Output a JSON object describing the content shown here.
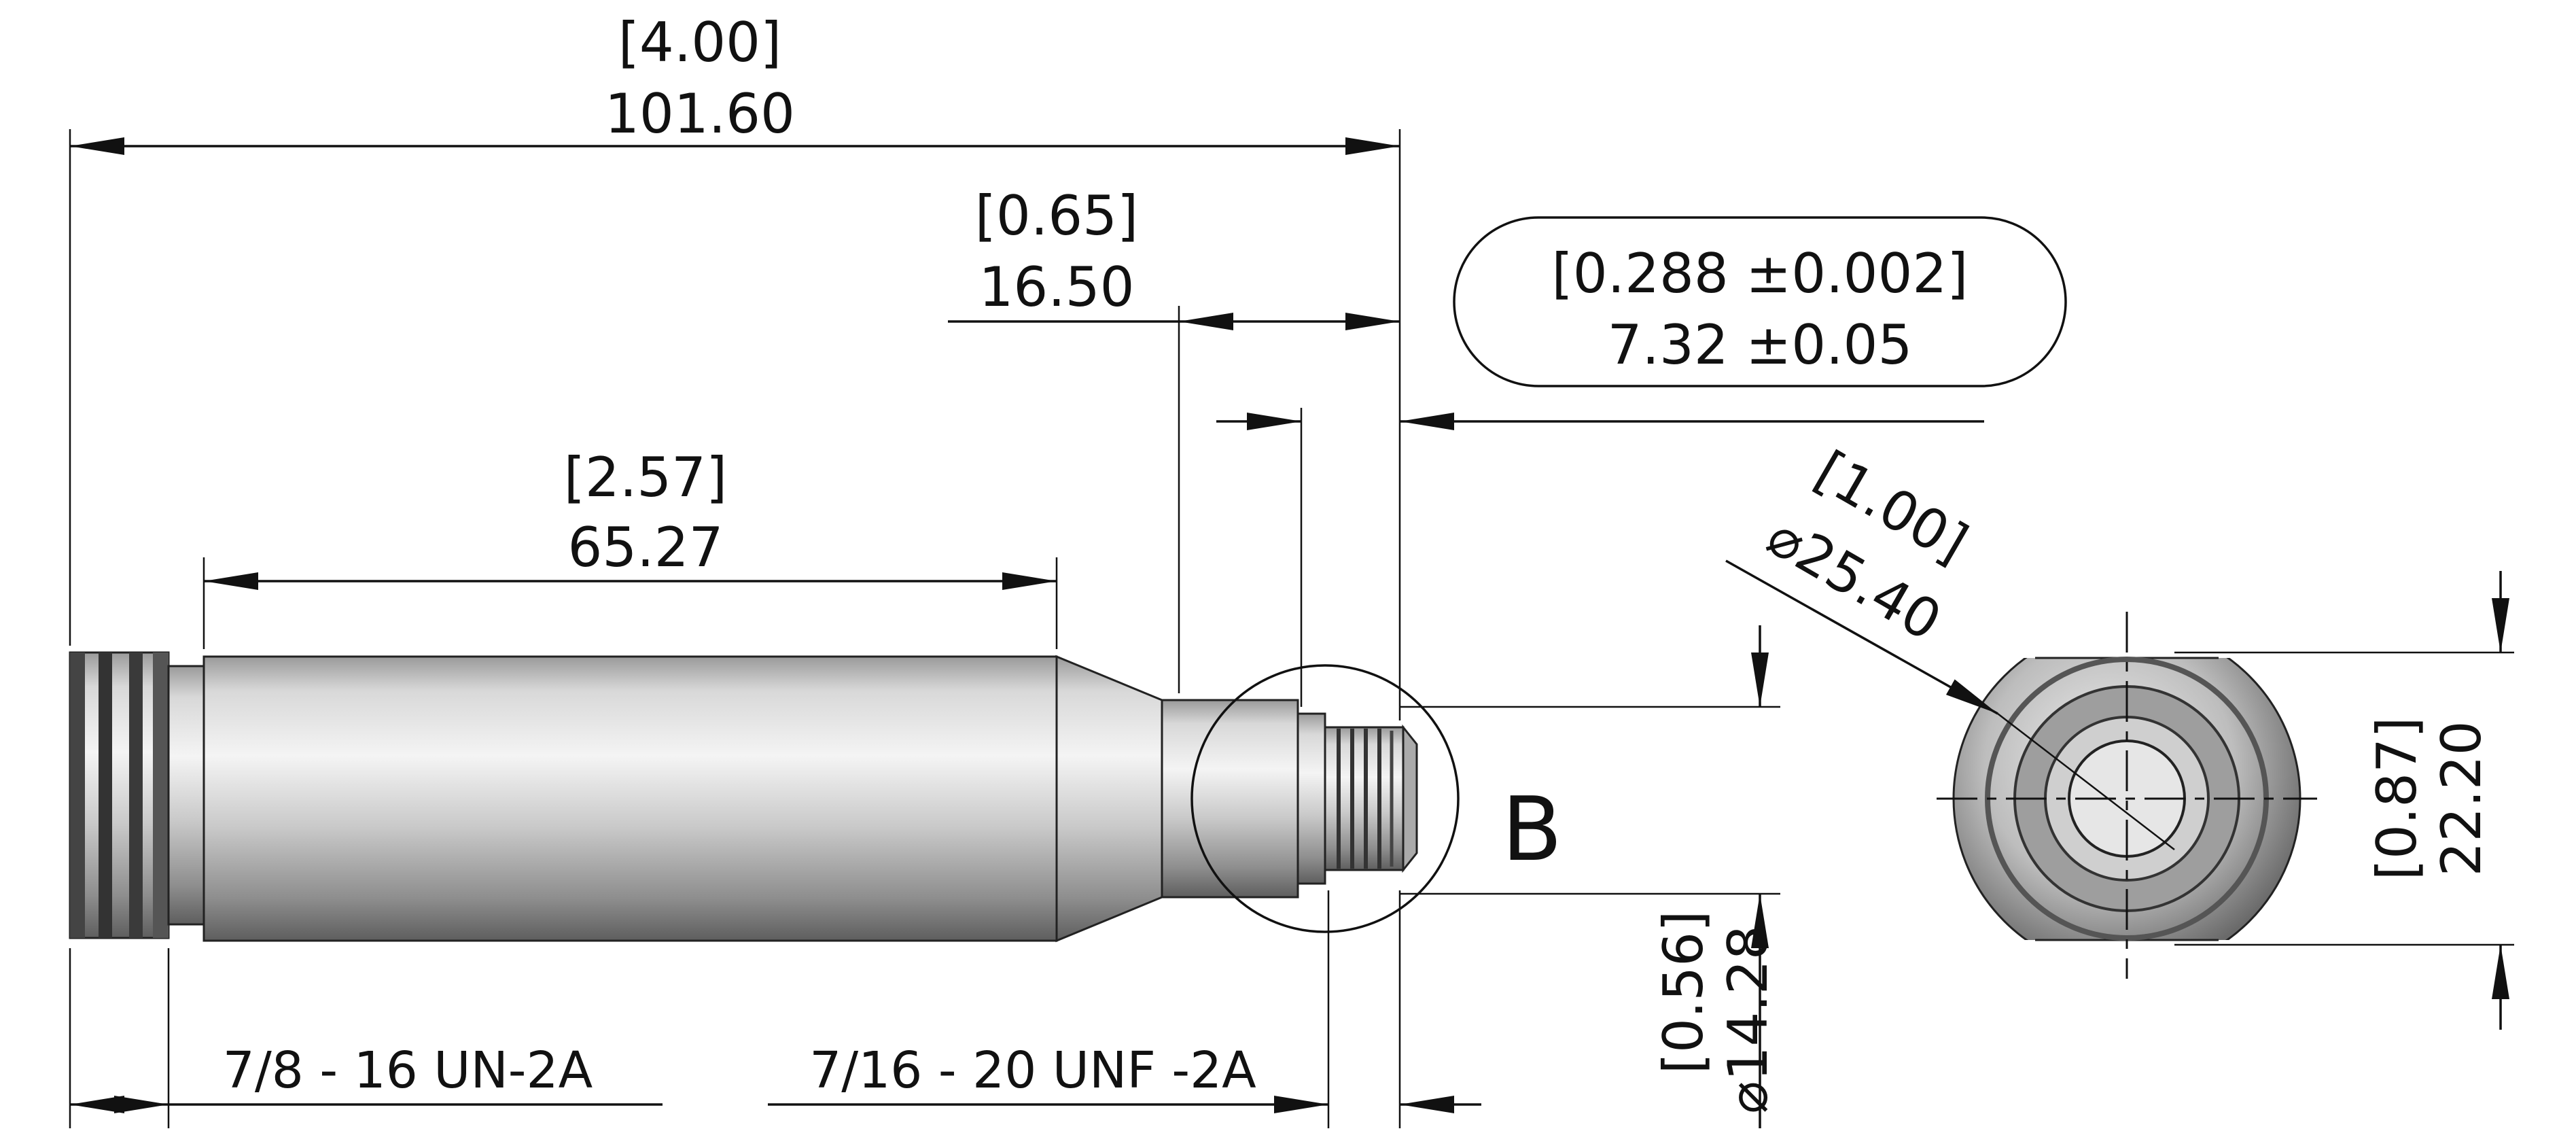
{
  "drawing": {
    "overall_length": {
      "inch": "[4.00]",
      "mm": "101.60"
    },
    "body_length": {
      "inch": "[2.57]",
      "mm": "65.27"
    },
    "nose_length": {
      "inch": "[0.65]",
      "mm": "16.50"
    },
    "tip_length": {
      "inch": "[0.288 ±0.002]",
      "mm": "7.32 ±0.05"
    },
    "body_diameter": {
      "inch": "[1.00]",
      "mm": "⌀25.40"
    },
    "nose_diameter": {
      "inch": "[0.56]",
      "mm": "⌀14.28"
    },
    "flat_width": {
      "inch": "[0.87]",
      "mm": "22.20"
    },
    "thread_large": "7/8 - 16 UN-2A",
    "thread_small": "7/16 - 20 UNF -2A",
    "detail_label": "B"
  },
  "colors": {
    "line": "#111111",
    "metal_light": "#f2f2f2",
    "metal_dark": "#7a7a7a"
  }
}
